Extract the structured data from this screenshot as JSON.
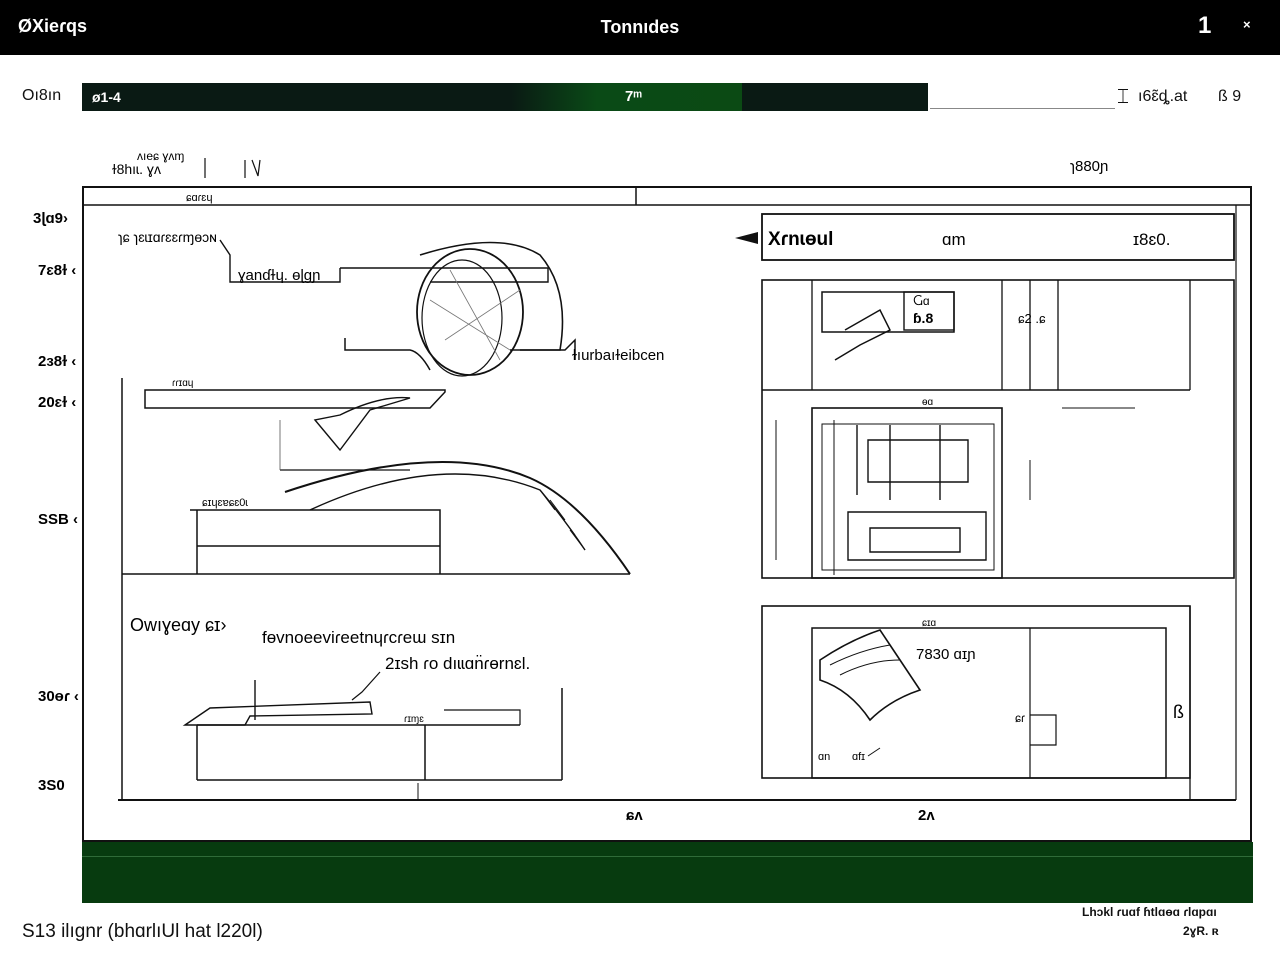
{
  "titlebar": {
    "app_name": "ØXieɾqs",
    "title": "Tonnıdes",
    "page_number": "1",
    "close_icon": "×"
  },
  "toolbar": {
    "label": "Oı8ın",
    "progress_left": "ø1-4",
    "progress_center": "7ᵐ",
    "progress_fraction": 0.78,
    "right_marker": "⌶",
    "right_label": "ı6ɛ̃ȡ.at",
    "far_right": "ß 9"
  },
  "sheet": {
    "header_left_1": "ʌıeɕ ɣʌɱ",
    "header_left_2": "ɫ8hıɩ. ɣʌ",
    "header_right": "ɿ880ɲ",
    "tab_label": "ɕɑɾɛɥ",
    "y_labels": [
      "3ɭɑ9›",
      "7ɛ8ɫ ‹",
      "2ɜ8ɫ ‹",
      "20ɛɫ ‹",
      "SSB ‹",
      "30ɵɾ ‹",
      "3S0"
    ],
    "x_labels": [
      "ɕʌ",
      "2ʌ"
    ],
    "annotations": {
      "a1": "ɿɕ ɿɛɩɪɑɾɛɛɾɱɵɔɴ",
      "a2": "ɣanɗɫɥ. ɵɭɡɲ",
      "a3": "ɫıurbaıɫeibcen",
      "a4": "ɾɾɪɑɥ",
      "a5": "ɕɪɥɛɐɕɛ0ɩ",
      "a6": "Owıɣeɑy ɕɪ›",
      "a7": "fɵvnoeeviɾeetnɥɾcɾeɯ sɪn",
      "a8": "2ɪsh ɾo dıɩɩɑn̈ɾɵrnɛl.",
      "a9": "ɾɪɱɛ"
    },
    "detail_panel": {
      "title": "Xɾnɩɵul",
      "unit": "ɑm",
      "value": "ɪ8ɛ0.",
      "box_a": "Ⴚɑ",
      "box_b": "ɓ.8",
      "marker_a": "ɕ2 .ɕ",
      "section_label": "ɵɑ",
      "lower_label": "ɕɪɑ",
      "dim": "7830 ɑɪɲ",
      "side": "ɕɾ",
      "footnote_a": "ɑn",
      "footnote_b": "ɑfɪ",
      "side_far": "ß"
    }
  },
  "status": {
    "left": "S13 ilıgnr (bhɑrlıUl hat l220l)",
    "right_1": "Lhɔkl ɾuɑf ɦtlɑɵɑ ɾlɑpɑı",
    "right_2": "2ɣR. ʀ"
  },
  "colors": {
    "titlebar": "#000000",
    "progress_dark": "#0a1a14",
    "progress_green": "#0b4a14",
    "footer_green": "#073b0f",
    "ink": "#111111"
  }
}
